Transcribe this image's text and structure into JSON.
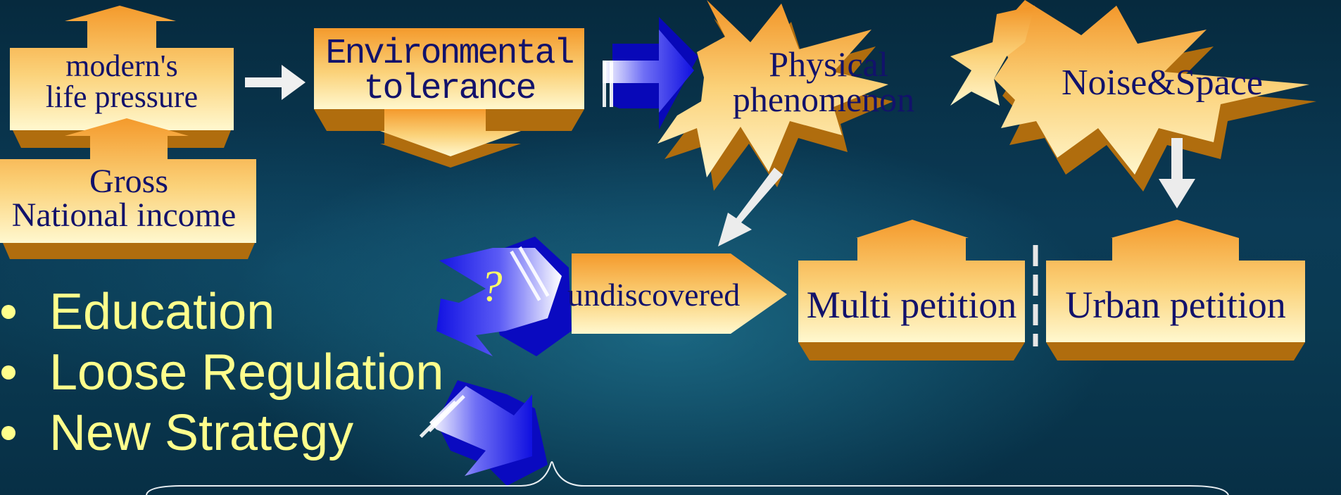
{
  "colors": {
    "node_fill_top": "#f6a43a",
    "node_fill_bottom": "#fff6c8",
    "node_shadow": "#b07010",
    "arrow_blue": "#1a1ae6",
    "arrow_white": "#f2f2f2",
    "text_navy": "#12126b",
    "bullet_text": "#ffff8c"
  },
  "nodes": {
    "life_pressure": {
      "line1": "modern's",
      "line2": "life pressure"
    },
    "gross_income": {
      "line1": "Gross",
      "line2": "National income"
    },
    "env_tolerance": {
      "line1": "Environmental",
      "line2": "tolerance"
    },
    "physical": {
      "line1": "Physical",
      "line2": "phenomenon"
    },
    "noise_space": {
      "label": "Noise&Space"
    },
    "undiscovered": {
      "label": "undiscovered"
    },
    "multi_petition": {
      "label": "Multi petition"
    },
    "urban_petition": {
      "label": "Urban petition"
    },
    "question_mark": "?"
  },
  "bullets": [
    "Education",
    "Loose Regulation",
    "New Strategy"
  ]
}
